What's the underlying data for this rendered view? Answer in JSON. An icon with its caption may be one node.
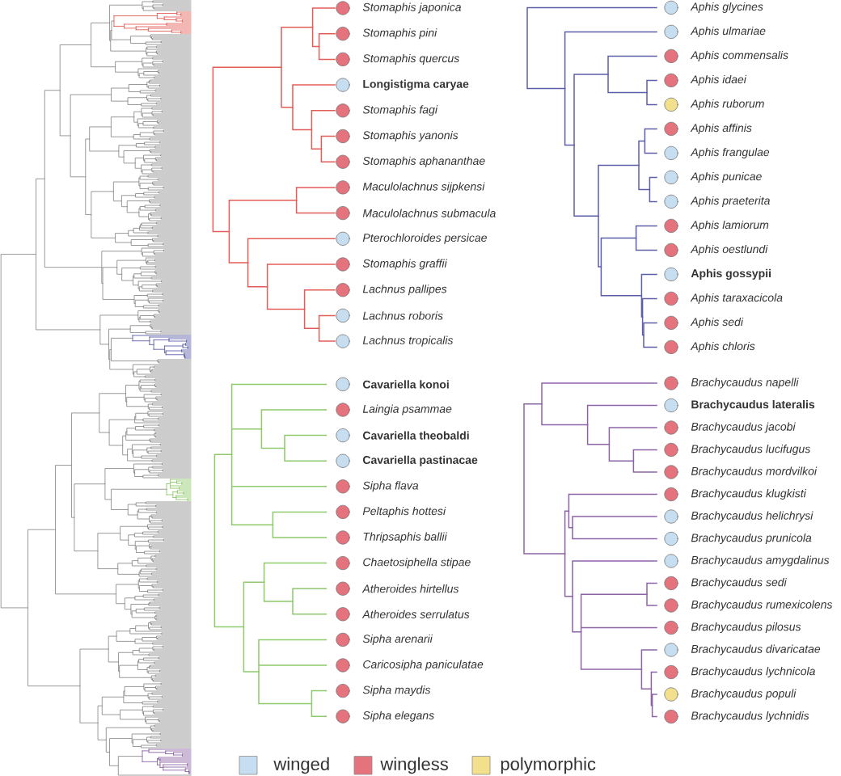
{
  "diagram": {
    "labels": [
      "Stomaphis japonica",
      "Stomaphis pini",
      "Stomaphis quercus",
      "Longistigma caryae",
      "Stomaphis fagi",
      "Stomaphis yanonis",
      "Stomaphis aphananthae",
      "Maculolachnus sijpkensi",
      "Maculolachnus submacula",
      "Pterochloroides persicae",
      "Stomaphis graffii",
      "Lachnus pallipes",
      "Lachnus roboris",
      "Lachnus tropicalis",
      "Aphis glycines",
      "Aphis ulmariae",
      "Aphis commensalis",
      "Aphis idaei",
      "Aphis ruborum",
      "Aphis affinis",
      "Aphis frangulae",
      "Aphis punicae",
      "Aphis praeterita",
      "Aphis lamiorum",
      "Aphis oestlundi",
      "Aphis gossypii",
      "Aphis taraxacicola",
      "Aphis sedi",
      "Aphis chloris",
      "Cavariella konoi",
      "Laingia psammae",
      "Cavariella theobaldi",
      "Cavariella pastinacae",
      "Sipha flava",
      "Peltaphis hottesi",
      "Thripsaphis ballii",
      "Chaetosiphella stipae",
      "Atheroides hirtellus",
      "Atheroides serrulatus",
      "Sipha arenarii",
      "Caricosipha paniculatae",
      "Sipha maydis",
      "Sipha elegans",
      "Brachycaudus napelli",
      "Brachycaudus lateralis",
      "Brachycaudus jacobi",
      "Brachycaudus lucifugus",
      "Brachycaudus mordvilkoi",
      "Brachycaudus klugkisti",
      "Brachycaudus helichrysi",
      "Brachycaudus prunicola",
      "Brachycaudus amygdalinus",
      "Brachycaudus sedi",
      "Brachycaudus rumexicolens",
      "Brachycaudus pilosus",
      "Brachycaudus divaricatae",
      "Brachycaudus lychnicola",
      "Brachycaudus populi",
      "Brachycaudus lychnidis"
    ],
    "legend": [
      {
        "text": "winged",
        "color": "#c7def1"
      },
      {
        "text": "wingless",
        "color": "#e5737d"
      },
      {
        "text": "polymorphic",
        "color": "#f3e08c"
      }
    ]
  }
}
